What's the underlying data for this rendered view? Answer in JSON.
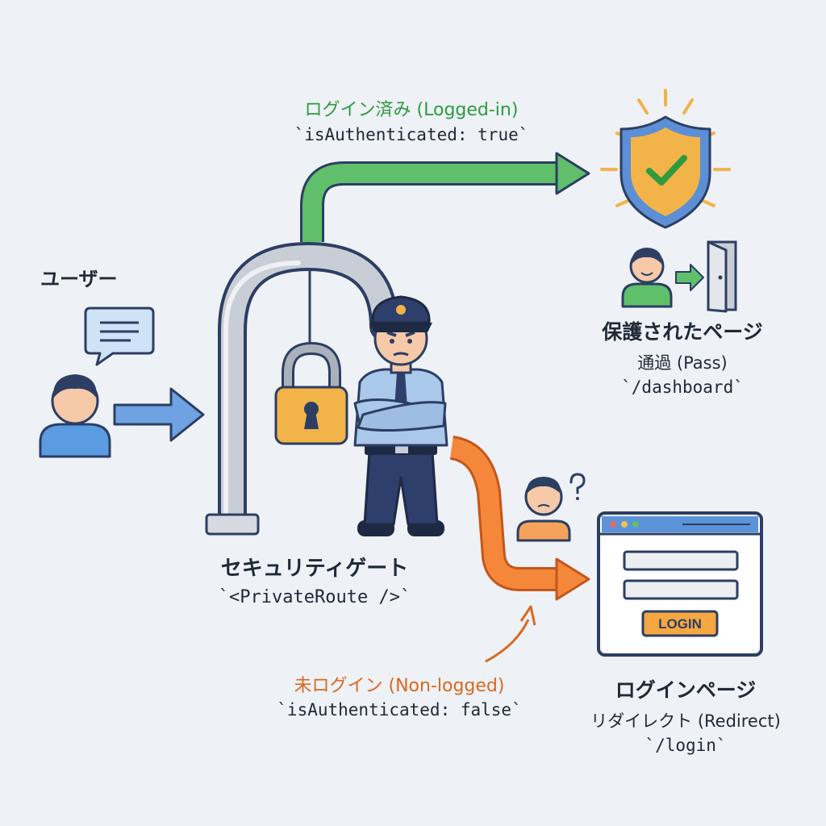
{
  "user": {
    "label": "ユーザー"
  },
  "gate": {
    "label": "セキュリティゲート",
    "code": "`<PrivateRoute />`"
  },
  "logged_in": {
    "label": "ログイン済み (Logged-in)",
    "code": "`isAuthenticated: true`"
  },
  "protected_page": {
    "label": "保護されたページ",
    "action": "通過 (Pass)",
    "path": "`/dashboard`"
  },
  "non_logged": {
    "label": "未ログイン (Non-logged)",
    "code": "`isAuthenticated: false`"
  },
  "login_page": {
    "label": "ログインページ",
    "action": "リダイレクト (Redirect)",
    "path": "`/login`",
    "button": "LOGIN"
  },
  "colors": {
    "green": "#2e9b3e",
    "orange": "#d9691e",
    "blue": "#5b93d9",
    "background": "#eef1f6"
  }
}
